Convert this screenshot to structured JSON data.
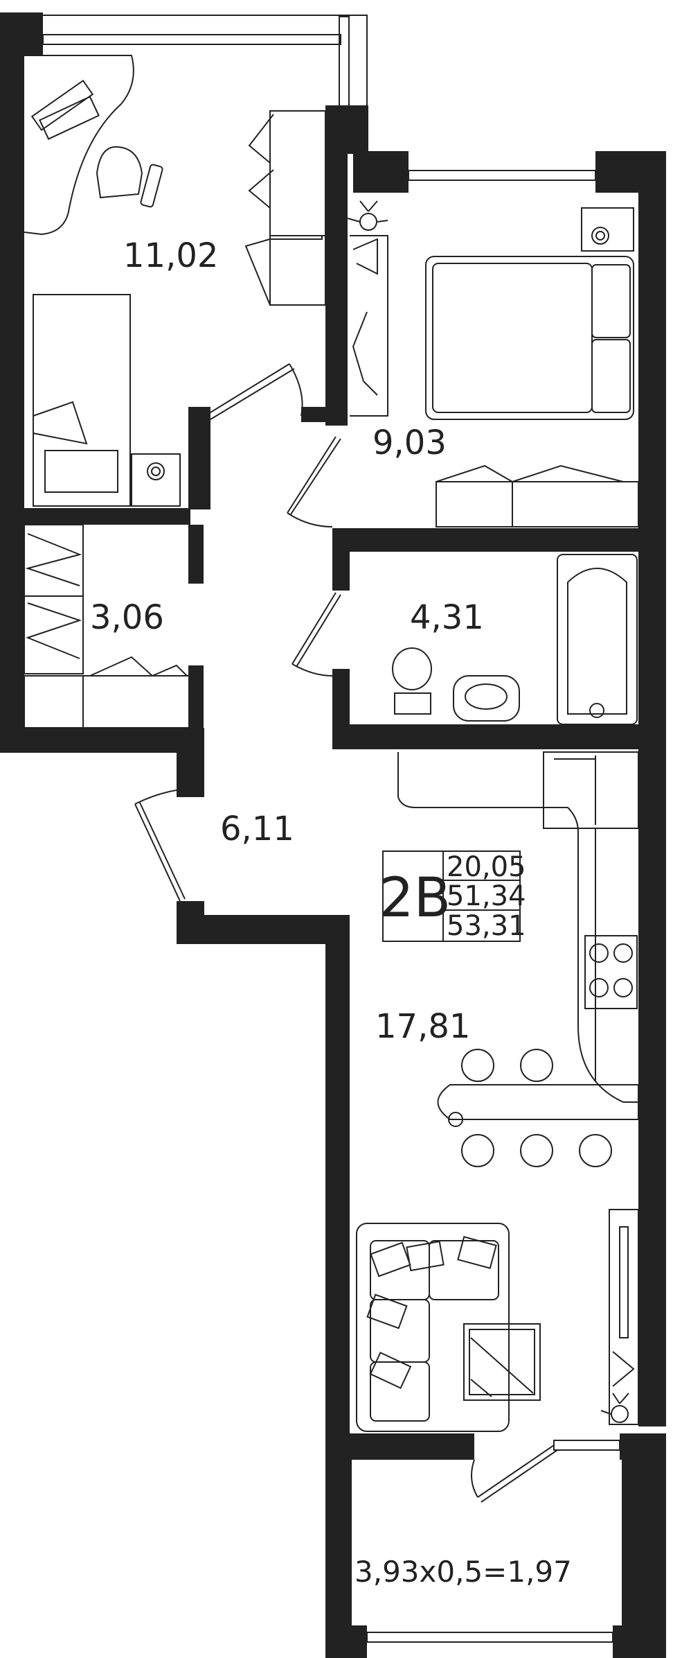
{
  "rooms": {
    "bedroom_1": "11,02",
    "bedroom_2": "9,03",
    "storage": "3,06",
    "bathroom": "4,31",
    "hallway": "6,11",
    "living_kitchen": "17,81",
    "balcony": "3,93x0,5=1,97"
  },
  "legend": {
    "type": "2B",
    "living_area": "20,05",
    "total_area": "51,34",
    "total_with_balcony": "53,31"
  }
}
